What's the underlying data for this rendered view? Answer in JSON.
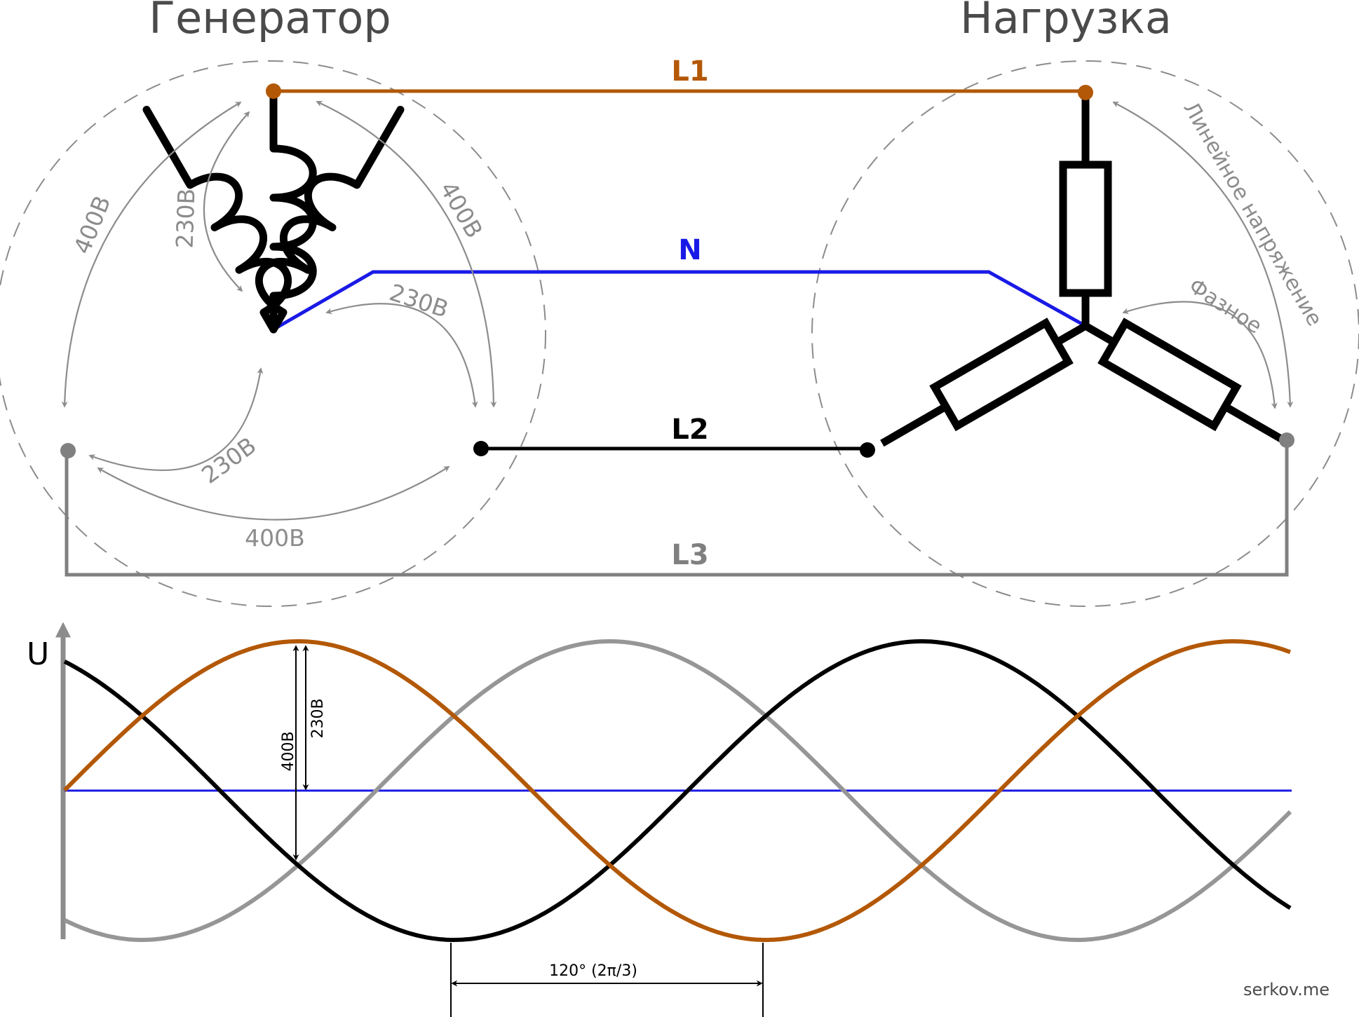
{
  "titles": {
    "generator": "Генератор",
    "load": "Нагрузка"
  },
  "wires": {
    "l1": {
      "label": "L1",
      "color": "#b35806"
    },
    "n": {
      "label": "N",
      "color": "#1a1ae6"
    },
    "l2": {
      "label": "L2",
      "color": "#000000"
    },
    "l3": {
      "label": "L3",
      "color": "#808080"
    }
  },
  "generator_labels": {
    "line_left": "400В",
    "phase_upper_left": "230В",
    "line_right": "400В",
    "phase_center": "230В",
    "phase_lower": "230В",
    "line_bottom": "400В"
  },
  "load_labels": {
    "line": "Линейное напряжение",
    "phase": "Фазное"
  },
  "waveform": {
    "axis_label": "U",
    "line_amplitude_label": "400В",
    "phase_amplitude_label": "230В",
    "phase_shift_label": "120° (2π/3)"
  },
  "credit": "serkov.me",
  "colors": {
    "dashed_circle": "#8c8c8c",
    "arrow": "#8c8c8c",
    "winding": "#000000"
  }
}
